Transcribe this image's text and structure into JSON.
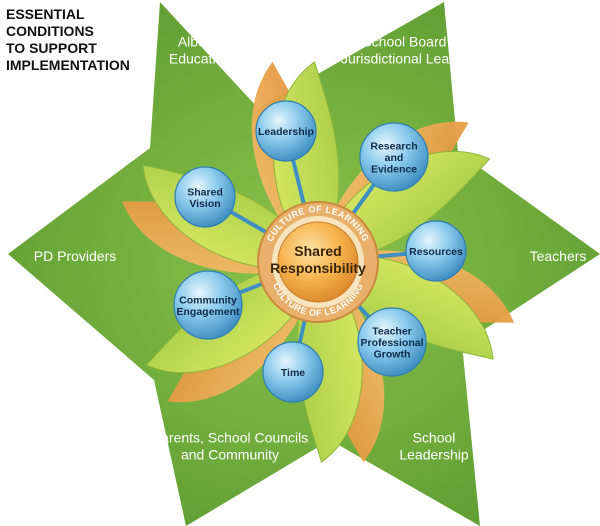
{
  "title": {
    "lines": [
      "ESSENTIAL",
      "CONDITIONS",
      "TO SUPPORT",
      "IMPLEMENTATION"
    ]
  },
  "center": {
    "lines": [
      "Shared",
      "Responsibility"
    ]
  },
  "ring": {
    "top_text": "CULTURE OF LEARNING",
    "bottom_text": "CULTURE OF LEARNING"
  },
  "conditions": [
    {
      "id": "leadership",
      "lines": [
        "Leadership"
      ]
    },
    {
      "id": "research",
      "lines": [
        "Research",
        "and",
        "Evidence"
      ]
    },
    {
      "id": "resources",
      "lines": [
        "Resources"
      ]
    },
    {
      "id": "teacher-growth",
      "lines": [
        "Teacher",
        "Professional",
        "Growth"
      ]
    },
    {
      "id": "time",
      "lines": [
        "Time"
      ]
    },
    {
      "id": "community-engagement",
      "lines": [
        "Community",
        "Engagement"
      ]
    },
    {
      "id": "shared-vision",
      "lines": [
        "Shared",
        "Vision"
      ]
    }
  ],
  "stakeholders": [
    {
      "id": "alberta-education",
      "lines": [
        "Alberta",
        "Education"
      ]
    },
    {
      "id": "school-board",
      "lines": [
        "School Board and",
        "Jurisdictional Leadership"
      ]
    },
    {
      "id": "teachers",
      "lines": [
        "Teachers"
      ]
    },
    {
      "id": "school-leadership",
      "lines": [
        "School",
        "Leadership"
      ]
    },
    {
      "id": "parents",
      "lines": [
        "Parents, School Councils",
        "and Community"
      ]
    },
    {
      "id": "pd-providers",
      "lines": [
        "PD Providers"
      ]
    }
  ],
  "colors": {
    "star_green": "#6fad3a",
    "swirl_light": "#c8df52",
    "swirl_orange": "#eba24a",
    "node_blue": "#7ec3e8",
    "center_orange": "#f2a93b",
    "ring_tan": "#d89a52"
  }
}
